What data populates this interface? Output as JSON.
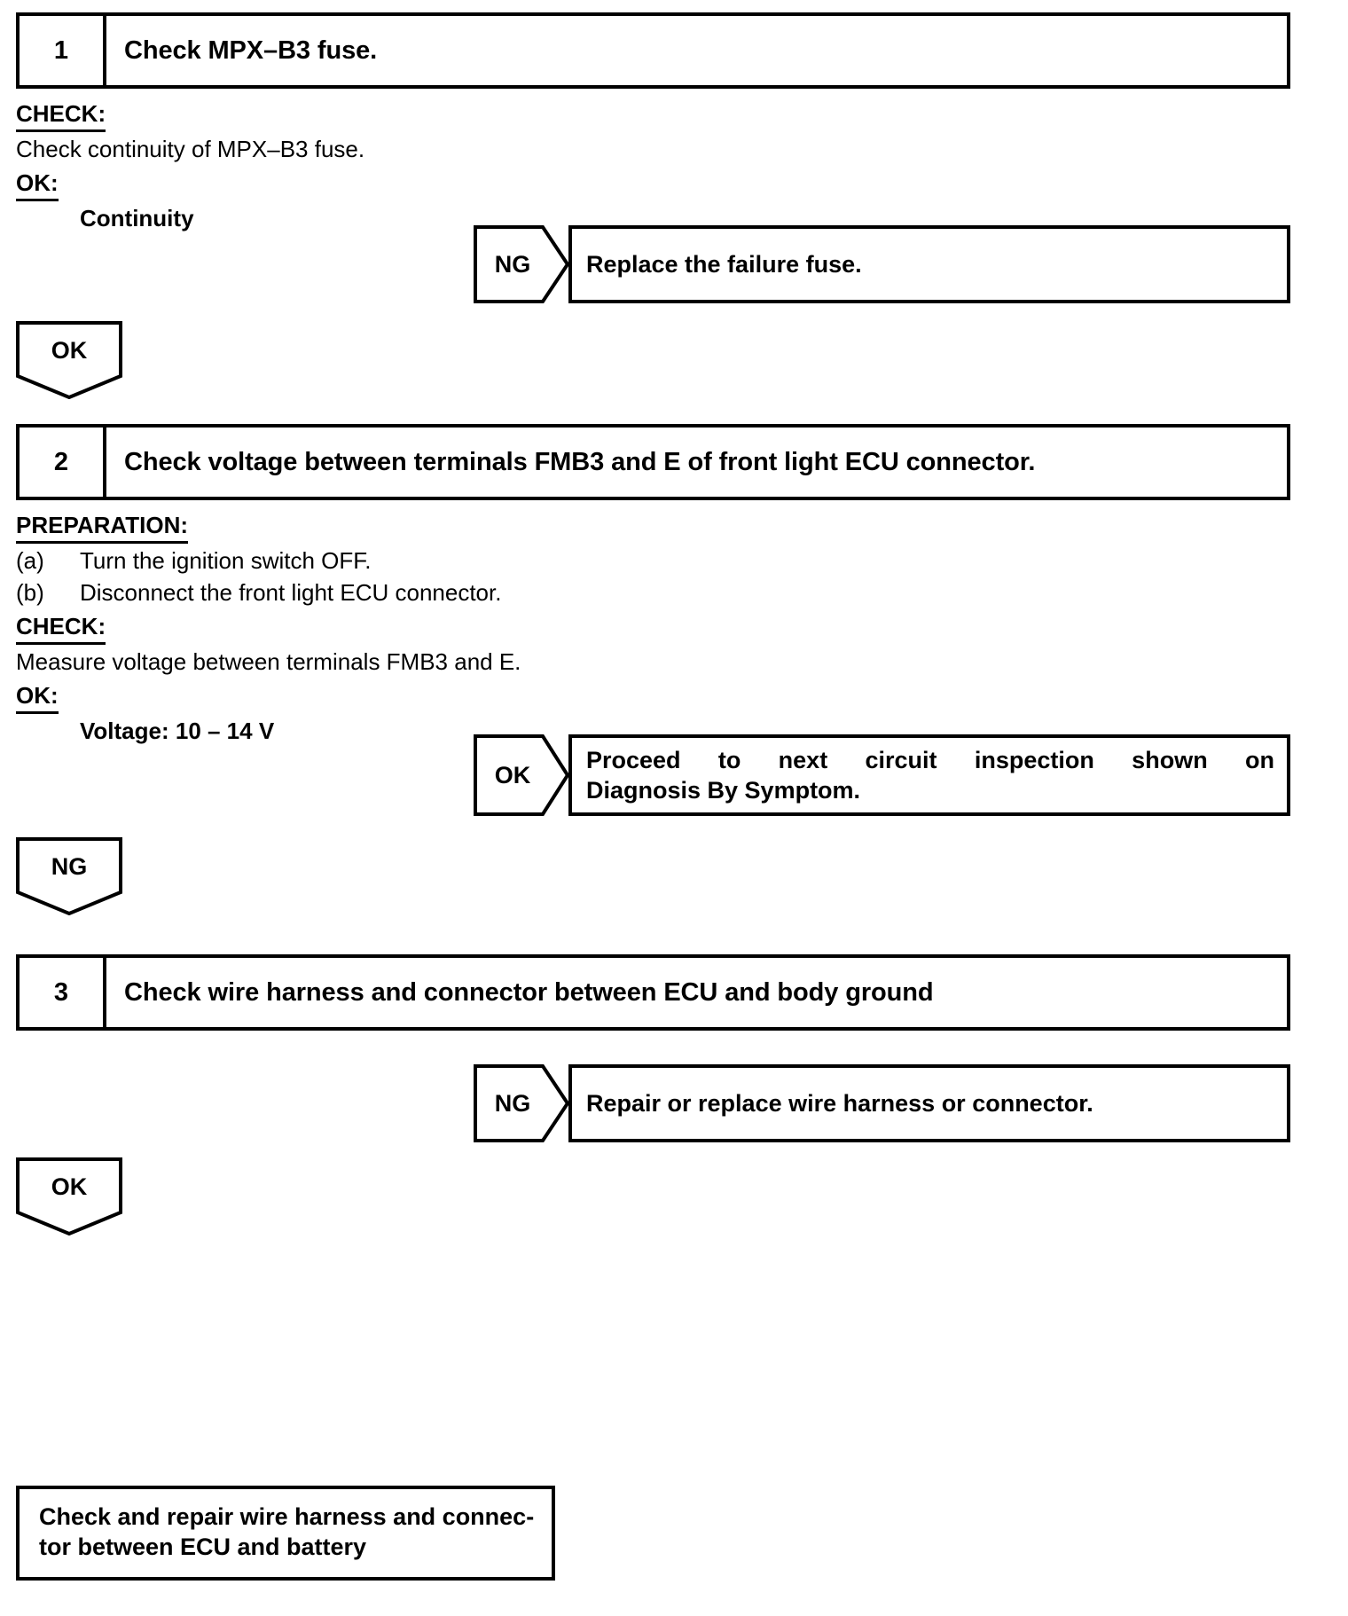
{
  "document": {
    "type": "diagnostic-flowchart",
    "colors": {
      "ink": "#000000",
      "paper": "#ffffff"
    }
  },
  "steps": [
    {
      "number": "1",
      "title": "Check MPX–B3 fuse.",
      "sections": [
        {
          "label": "CHECK:",
          "lines": [
            "Check continuity of MPX–B3 fuse."
          ]
        },
        {
          "label": "OK:",
          "lines": [
            "Continuity"
          ]
        }
      ],
      "branch": {
        "tag": "NG",
        "text": "Replace the failure fuse."
      },
      "flow": {
        "tag": "OK"
      }
    },
    {
      "number": "2",
      "title": "Check voltage between terminals FMB3 and E of front light ECU connector.",
      "sections": [
        {
          "label": "PREPARATION:",
          "items": [
            {
              "mark": "(a)",
              "text": "Turn the ignition switch OFF."
            },
            {
              "mark": "(b)",
              "text": "Disconnect the front light ECU connector."
            }
          ]
        },
        {
          "label": "CHECK:",
          "lines": [
            "Measure voltage between terminals FMB3 and E."
          ]
        },
        {
          "label": "OK:",
          "lines": [
            "Voltage: 10 – 14 V"
          ]
        }
      ],
      "branch": {
        "tag": "OK",
        "line1": "Proceed to next circuit inspection shown on",
        "line2": "Diagnosis By Symptom."
      },
      "flow": {
        "tag": "NG"
      }
    },
    {
      "number": "3",
      "title": "Check wire harness and connector between ECU and body ground",
      "branch": {
        "tag": "NG",
        "text": "Repair or replace wire harness or connector."
      },
      "flow": {
        "tag": "OK"
      }
    }
  ],
  "result": {
    "line1": "Check and repair wire harness and connec-",
    "line2": "tor between ECU and battery"
  }
}
